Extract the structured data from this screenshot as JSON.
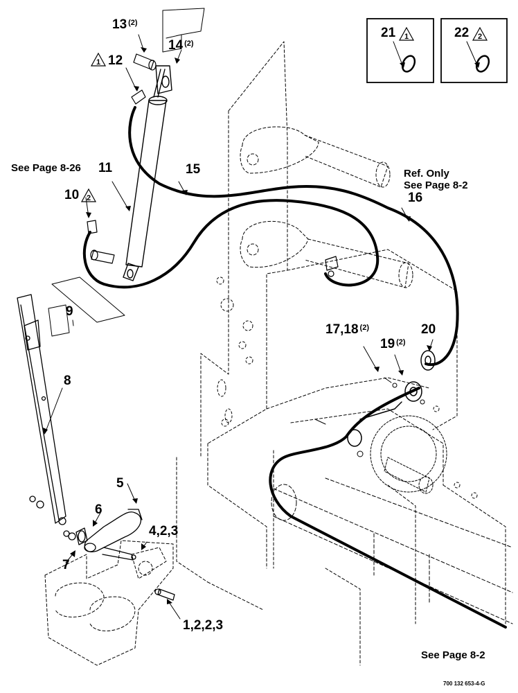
{
  "callouts": {
    "c13": "13",
    "c13_qty": "(2)",
    "c14": "14",
    "c14_qty": "(2)",
    "c12": "12",
    "c12_note": "1",
    "c11": "11",
    "c15": "15",
    "c16": "16",
    "c10": "10",
    "c10_note": "2",
    "c9": "9",
    "c8": "8",
    "c5": "5",
    "c6": "6",
    "c7": "7",
    "c423": "4,2,3",
    "c1223": "1,2,2,3",
    "c1718": "17,18",
    "c1718_qty": "(2)",
    "c20": "20",
    "c19": "19",
    "c19_qty": "(2)",
    "c21": "21",
    "c21_note": "1",
    "c22": "22",
    "c22_note": "2"
  },
  "notes": {
    "see_826": "See Page 8-26",
    "ref_only": "Ref. Only",
    "see_82_top": "See Page 8-2",
    "see_82_bottom": "See Page 8-2"
  },
  "doc_id": "700 132 653-4-G"
}
